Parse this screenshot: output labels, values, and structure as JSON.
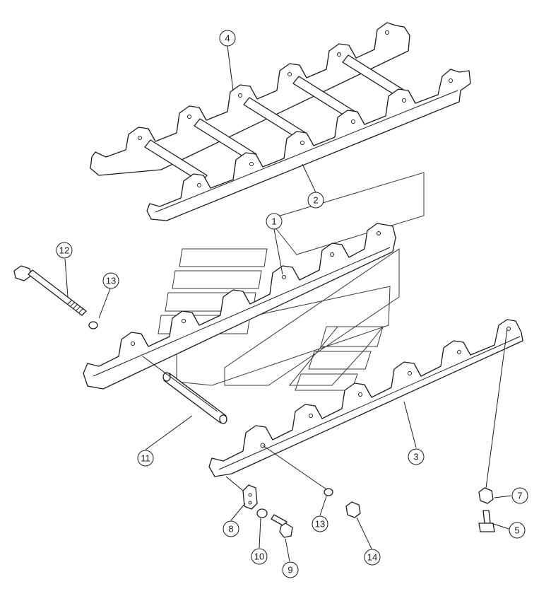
{
  "callouts": [
    {
      "id": "c1",
      "label": "1"
    },
    {
      "id": "c2",
      "label": "2"
    },
    {
      "id": "c3",
      "label": "3"
    },
    {
      "id": "c4",
      "label": "4"
    },
    {
      "id": "c5",
      "label": "5"
    },
    {
      "id": "c7",
      "label": "7"
    },
    {
      "id": "c8",
      "label": "8"
    },
    {
      "id": "c9",
      "label": "9"
    },
    {
      "id": "c10",
      "label": "10"
    },
    {
      "id": "c11",
      "label": "11"
    },
    {
      "id": "c12",
      "label": "12"
    },
    {
      "id": "c13a",
      "label": "13"
    },
    {
      "id": "c13b",
      "label": "13"
    },
    {
      "id": "c14",
      "label": "14"
    }
  ],
  "colors": {
    "line": "#1c1c1c",
    "background": "#ffffff"
  }
}
